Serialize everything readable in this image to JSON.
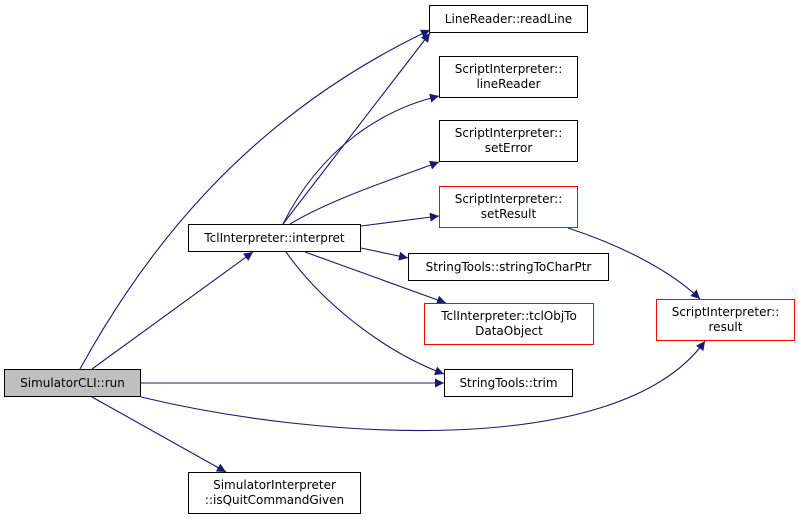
{
  "colors": {
    "edge": "#191970",
    "node_border": "#000000",
    "node_border_highlight": "#ff0000",
    "root_fill": "#bfbfbf",
    "node_fill": "#ffffff"
  },
  "nodes": {
    "simulatorcli_run": {
      "lines": [
        "SimulatorCLI::run"
      ]
    },
    "tclinterpreter_interpret": {
      "lines": [
        "TclInterpreter::interpret"
      ]
    },
    "simulatorinterpreter_isquit": {
      "lines": [
        "SimulatorInterpreter",
        "::isQuitCommandGiven"
      ]
    },
    "linereader_readline": {
      "lines": [
        "LineReader::readLine"
      ]
    },
    "scriptinterpreter_linereader": {
      "lines": [
        "ScriptInterpreter::",
        "lineReader"
      ]
    },
    "scriptinterpreter_seterror": {
      "lines": [
        "ScriptInterpreter::",
        "setError"
      ]
    },
    "scriptinterpreter_setresult": {
      "lines": [
        "ScriptInterpreter::",
        "setResult"
      ]
    },
    "stringtools_stringtocharptr": {
      "lines": [
        "StringTools::stringToCharPtr"
      ]
    },
    "tclinterpreter_tclobjtodataobject": {
      "lines": [
        "TclInterpreter::tclObjTo",
        "DataObject"
      ]
    },
    "stringtools_trim": {
      "lines": [
        "StringTools::trim"
      ]
    },
    "scriptinterpreter_result": {
      "lines": [
        "ScriptInterpreter::",
        "result"
      ]
    }
  },
  "edges": [
    {
      "from": "simulatorcli_run",
      "to": "linereader_readline"
    },
    {
      "from": "simulatorcli_run",
      "to": "tclinterpreter_interpret"
    },
    {
      "from": "simulatorcli_run",
      "to": "stringtools_trim"
    },
    {
      "from": "simulatorcli_run",
      "to": "scriptinterpreter_result"
    },
    {
      "from": "simulatorcli_run",
      "to": "simulatorinterpreter_isquit"
    },
    {
      "from": "tclinterpreter_interpret",
      "to": "linereader_readline"
    },
    {
      "from": "tclinterpreter_interpret",
      "to": "scriptinterpreter_linereader"
    },
    {
      "from": "tclinterpreter_interpret",
      "to": "scriptinterpreter_seterror"
    },
    {
      "from": "tclinterpreter_interpret",
      "to": "scriptinterpreter_setresult"
    },
    {
      "from": "tclinterpreter_interpret",
      "to": "stringtools_stringtocharptr"
    },
    {
      "from": "tclinterpreter_interpret",
      "to": "tclinterpreter_tclobjtodataobject"
    },
    {
      "from": "tclinterpreter_interpret",
      "to": "stringtools_trim"
    },
    {
      "from": "scriptinterpreter_setresult",
      "to": "scriptinterpreter_result"
    }
  ]
}
